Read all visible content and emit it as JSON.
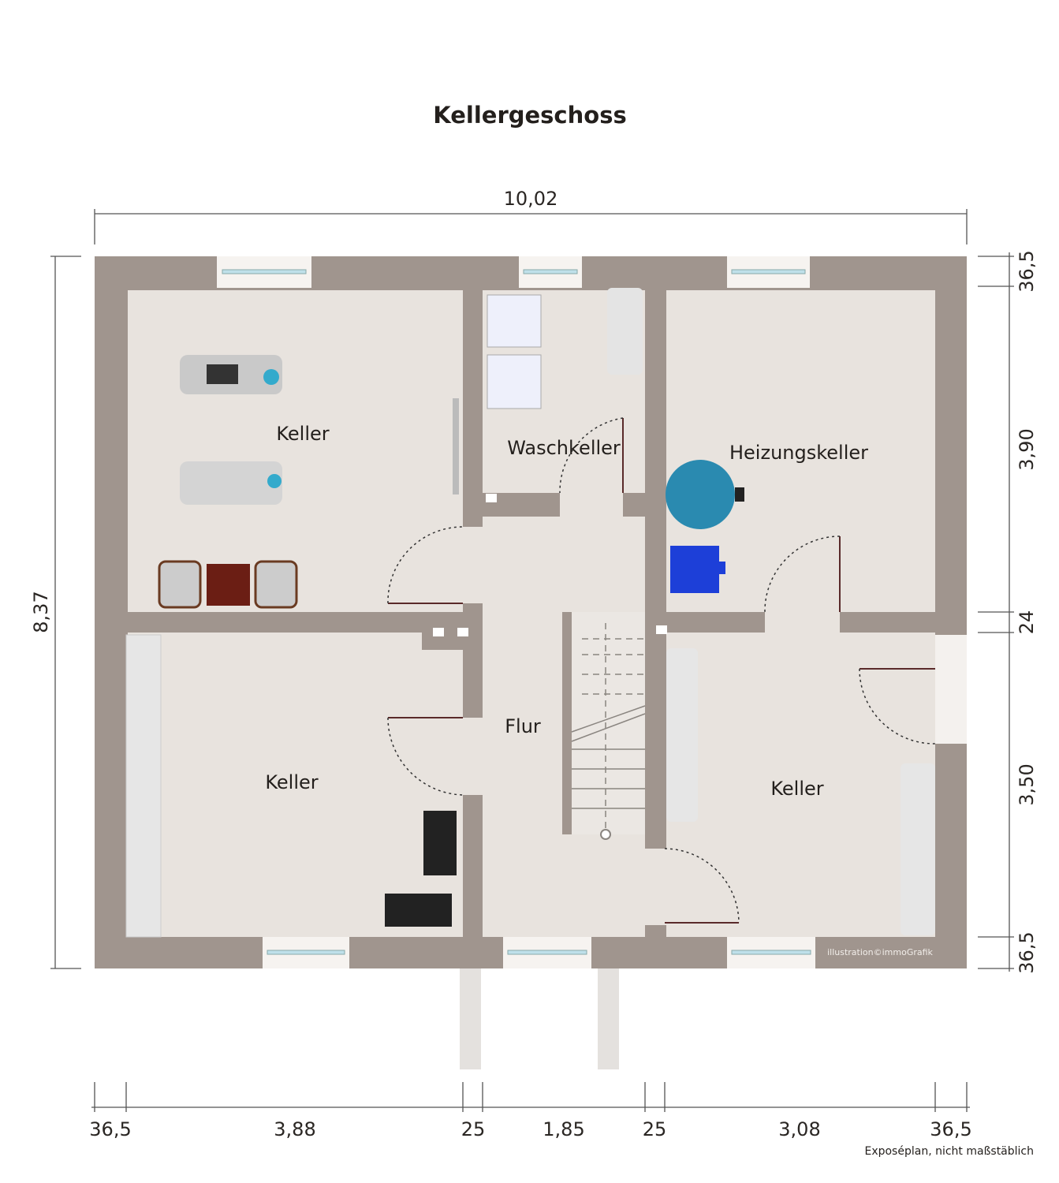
{
  "title": "Kellergeschoss",
  "rooms": {
    "keller_tl": "Keller",
    "waschkeller": "Waschkeller",
    "heizungskeller": "Heizungskeller",
    "keller_bl": "Keller",
    "flur": "Flur",
    "keller_br": "Keller"
  },
  "dimensions": {
    "top": "10,02",
    "left": "8,37",
    "right": [
      "36,5",
      "3,90",
      "24",
      "3,50",
      "36,5"
    ],
    "bottom": [
      "36,5",
      "3,88",
      "25",
      "1,85",
      "25",
      "3,08",
      "36,5"
    ]
  },
  "watermark": "illustration©immoGrafik",
  "note": "Exposéplan, nicht maßstäblich",
  "colors": {
    "wall": "#a0958e",
    "floor": "#e8e3de",
    "window": "#bfe0ea"
  }
}
